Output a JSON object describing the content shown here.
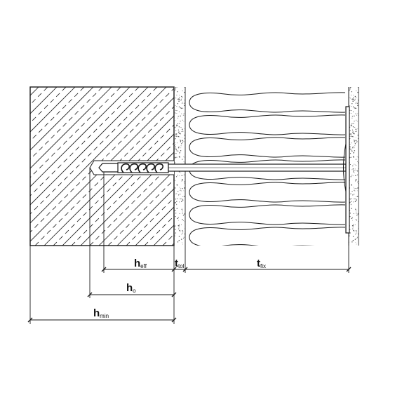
{
  "diagram": {
    "labels": {
      "heff": {
        "main": "h",
        "sub": "eff"
      },
      "ttol": {
        "main": "t",
        "sub": "tol"
      },
      "tfix": {
        "main": "t",
        "sub": "fix"
      },
      "h0": {
        "main": "h",
        "sub": "o"
      },
      "hmin": {
        "main": "h",
        "sub": "min"
      }
    },
    "colors": {
      "line": "#1a1a1a",
      "background": "#ffffff",
      "plaster_dots": "#555555"
    },
    "icons": [
      "insulation-anchor-icon",
      "concrete-hatch-icon",
      "insulation-wave-icon"
    ]
  }
}
